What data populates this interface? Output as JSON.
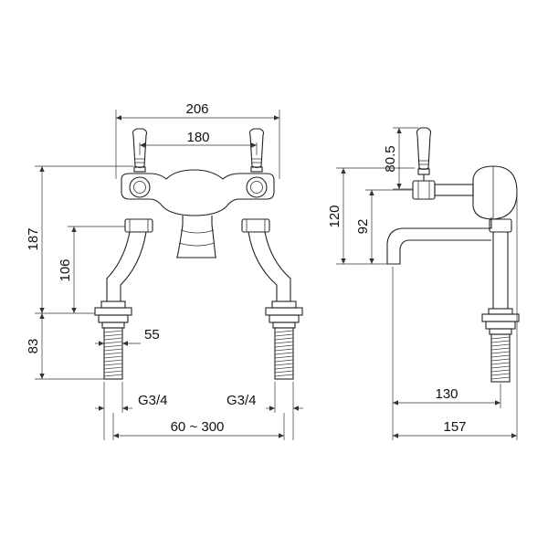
{
  "dimensions": {
    "width_total": "206",
    "handle_centres": "180",
    "height_total": "187",
    "height_body": "106",
    "shank_length": "83",
    "shank_width": "55",
    "thread_left": "G3/4",
    "thread_right": "G3/4",
    "centres_range": "60 ~ 300",
    "side_handle_height": "80.5",
    "side_height_total": "120",
    "side_height_outlet": "92",
    "side_reach": "130",
    "side_depth": "157"
  },
  "colors": {
    "line": "#222222",
    "background": "#ffffff"
  }
}
